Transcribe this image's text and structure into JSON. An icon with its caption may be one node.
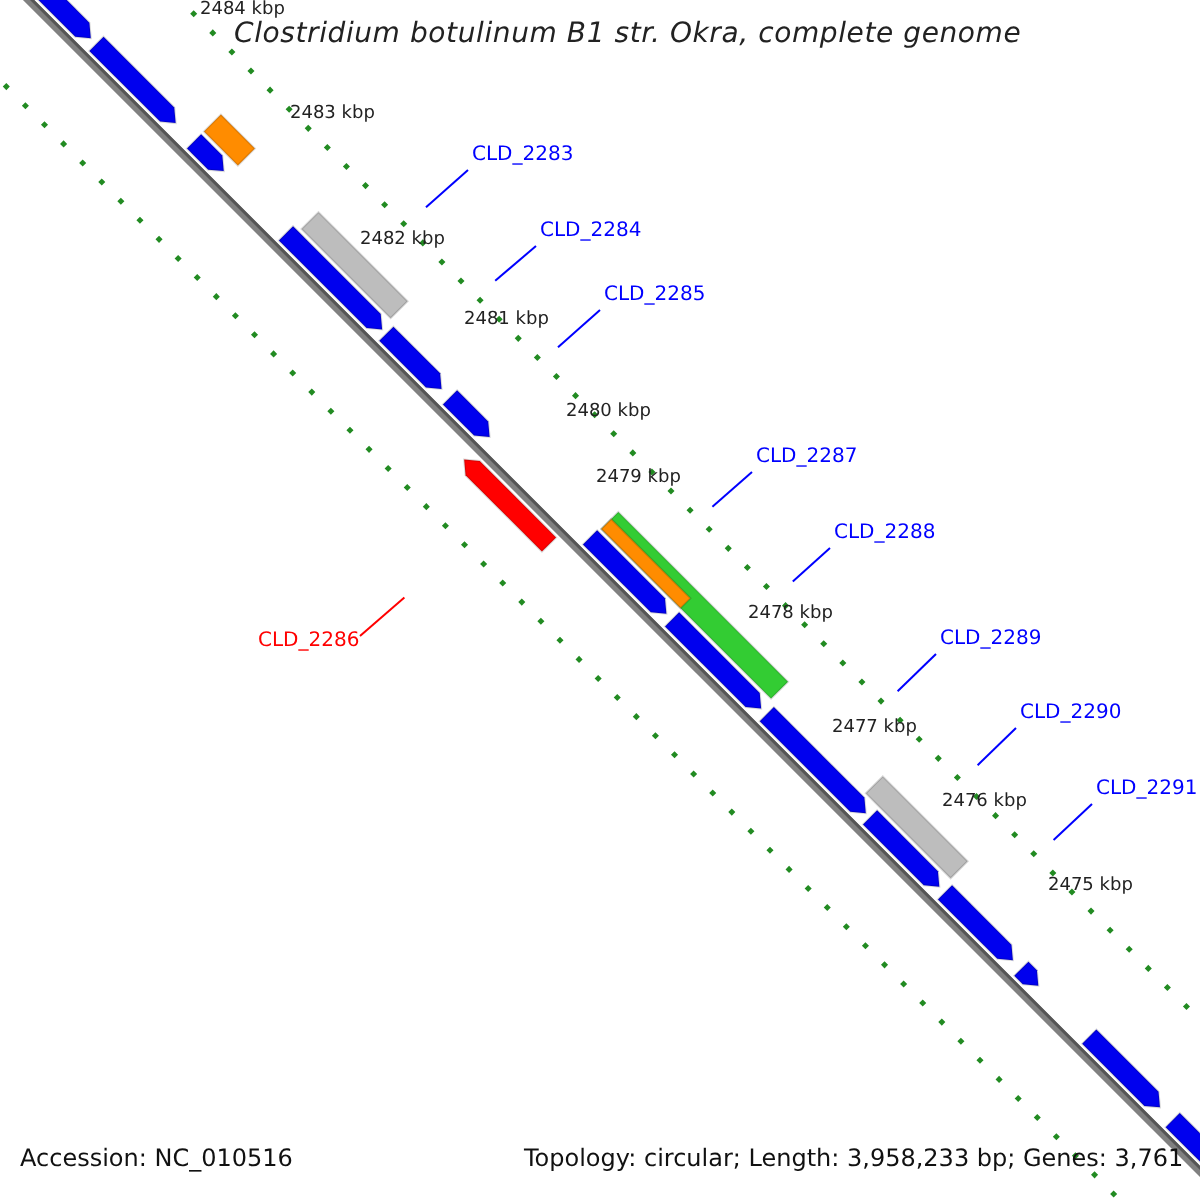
{
  "diagram": {
    "title": "Clostridium botulinum B1 str. Okra, complete genome",
    "nodes": [
      {
        "text": [
          "CLD_2283"
        ]
      },
      {
        "text": [
          "CLD_2284"
        ]
      },
      {
        "text": [
          "CLD_2285"
        ]
      },
      {
        "text": [
          "CLD_2286"
        ]
      },
      {
        "text": [
          "CLD_2287"
        ]
      },
      {
        "text": [
          "CLD_2288"
        ]
      },
      {
        "text": [
          "CLD_2289"
        ]
      },
      {
        "text": [
          "CLD_2290"
        ]
      },
      {
        "text": [
          "CLD_2291"
        ]
      }
    ],
    "edges": [
      {
        "from": 0,
        "to": null,
        "arrow": "none"
      },
      {
        "from": 1,
        "to": null,
        "arrow": "none"
      },
      {
        "from": 2,
        "to": null,
        "arrow": "none"
      },
      {
        "from": 3,
        "to": null,
        "arrow": "none",
        "color": "#ff0000"
      },
      {
        "from": 4,
        "to": null,
        "arrow": "none"
      },
      {
        "from": 5,
        "to": null,
        "arrow": "none"
      },
      {
        "from": 6,
        "to": null,
        "arrow": "none"
      },
      {
        "from": 7,
        "to": null,
        "arrow": "none"
      },
      {
        "from": 8,
        "to": null,
        "arrow": "none"
      }
    ],
    "labels": [
      "2484 kbp",
      "2483 kbp",
      "2482 kbp",
      "2481 kbp",
      "2480 kbp",
      "2479 kbp",
      "2478 kbp",
      "2477 kbp",
      "2476 kbp",
      "2475 kbp",
      "Accession: NC_010516",
      "Topology: circular; Length: 3,958,233 bp; Genes: 3,761"
    ]
  }
}
